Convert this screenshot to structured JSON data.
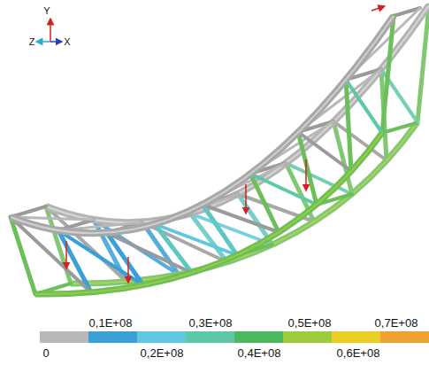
{
  "diagram": {
    "labels": [
      "Y",
      "Z",
      "X",
      "0,1E+08",
      "0,3E+08",
      "0,5E+08",
      "0,7E+08",
      "0",
      "0,2E+08",
      "0,4E+08",
      "0,6E+08"
    ]
  }
}
